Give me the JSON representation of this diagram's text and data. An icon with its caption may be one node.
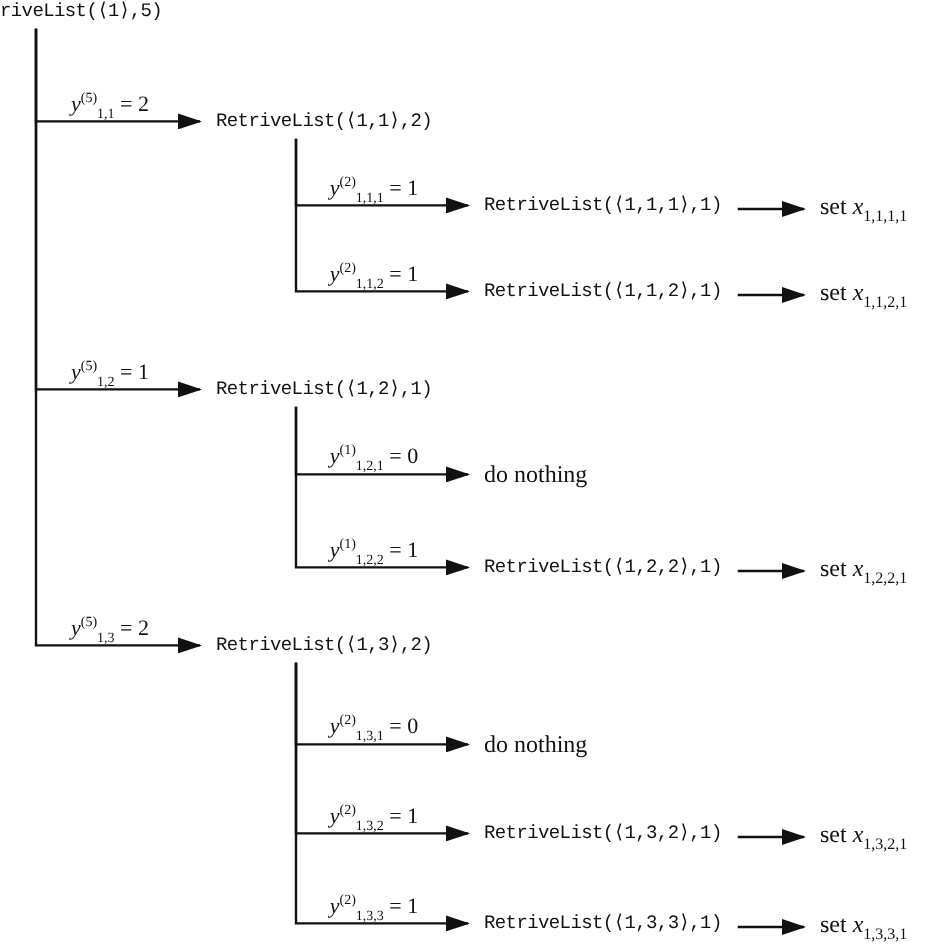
{
  "diagram": {
    "nodes": [
      {
        "text": [
          "riveList(⟨1⟩,5)"
        ]
      },
      {
        "text": [
          "RetriveList(⟨1,1⟩,2)"
        ]
      },
      {
        "text": [
          "RetriveList(⟨1,1,1⟩,1)"
        ]
      },
      {
        "text": [
          "set *x*$_{1,1,1,1}$"
        ]
      },
      {
        "text": [
          "RetriveList(⟨1,1,2⟩,1)"
        ]
      },
      {
        "text": [
          "set *x*$_{1,1,2,1}$"
        ]
      },
      {
        "text": [
          "RetriveList(⟨1,2⟩,1)"
        ]
      },
      {
        "text": [
          "do nothing"
        ]
      },
      {
        "text": [
          "RetriveList(⟨1,2,2⟩,1)"
        ]
      },
      {
        "text": [
          "set *x*$_{1,2,2,1}$"
        ]
      },
      {
        "text": [
          "RetriveList(⟨1,3⟩,2)"
        ]
      },
      {
        "text": [
          "do nothing"
        ]
      },
      {
        "text": [
          "RetriveList(⟨1,3,2⟩,1)"
        ]
      },
      {
        "text": [
          "set *x*$_{1,3,2,1}$"
        ]
      },
      {
        "text": [
          "RetriveList(⟨1,3,3⟩,1)"
        ]
      },
      {
        "text": [
          "set *x*$_{1,3,3,1}$"
        ]
      }
    ],
    "edges": [
      {
        "from": 0,
        "to": 1,
        "arrow": "to",
        "label": "*y*$^{(5)}$$_{1,1}$ = 2"
      },
      {
        "from": 1,
        "to": 2,
        "arrow": "to",
        "label": "*y*$^{(2)}$$_{1,1,1}$ = 1"
      },
      {
        "from": 2,
        "to": 3,
        "arrow": "to"
      },
      {
        "from": 1,
        "to": 4,
        "arrow": "to",
        "label": "*y*$^{(2)}$$_{1,1,2}$ = 1"
      },
      {
        "from": 4,
        "to": 5,
        "arrow": "to"
      },
      {
        "from": 0,
        "to": 6,
        "arrow": "to",
        "label": "*y*$^{(5)}$$_{1,2}$ = 1"
      },
      {
        "from": 6,
        "to": 7,
        "arrow": "to",
        "label": "*y*$^{(1)}$$_{1,2,1}$ = 0"
      },
      {
        "from": 6,
        "to": 8,
        "arrow": "to",
        "label": "*y*$^{(1)}$$_{1,2,2}$ = 1"
      },
      {
        "from": 8,
        "to": 9,
        "arrow": "to"
      },
      {
        "from": 0,
        "to": 10,
        "arrow": "to",
        "label": "*y*$^{(5)}$$_{1,3}$ = 2"
      },
      {
        "from": 10,
        "to": 11,
        "arrow": "to",
        "label": "*y*$^{(2)}$$_{1,3,1}$ = 0"
      },
      {
        "from": 10,
        "to": 12,
        "arrow": "to",
        "label": "*y*$^{(2)}$$_{1,3,2}$ = 1"
      },
      {
        "from": 12,
        "to": 13,
        "arrow": "to"
      },
      {
        "from": 10,
        "to": 14,
        "arrow": "to",
        "label": "*y*$^{(2)}$$_{1,3,3}$ = 1"
      },
      {
        "from": 14,
        "to": 15,
        "arrow": "to"
      }
    ]
  }
}
